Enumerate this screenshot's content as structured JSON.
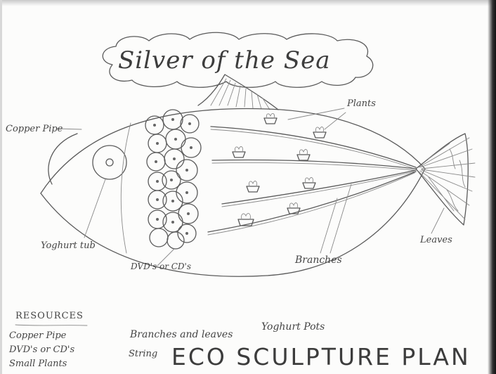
{
  "title": "Silver of the Sea",
  "labels": {
    "copper_pipe": "Copper Pipe",
    "plants": "Plants",
    "yoghurt_tub": "Yoghurt tub",
    "dvds": "DVD's or CD's",
    "branches": "Branches",
    "leaves": "Leaves"
  },
  "resources": {
    "heading": "RESOURCES",
    "items": [
      "Copper Pipe",
      "DVD's or CD's",
      "Small Plants"
    ]
  },
  "materials": {
    "branches_leaves": "Branches and leaves",
    "yoghurt_pots": "Yoghurt Pots",
    "string": "String"
  },
  "plan_title": "ECO SCULPTURE PLAN",
  "colors": {
    "pencil": "#5a5a5a",
    "paper": "#fcfcfb"
  }
}
